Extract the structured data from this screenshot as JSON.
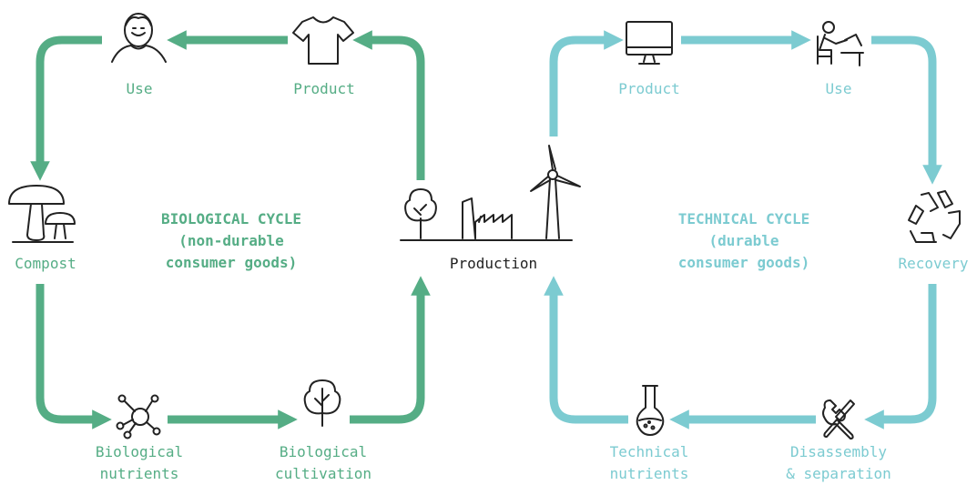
{
  "colors": {
    "biological": "#55ad85",
    "technical": "#7ccbd1",
    "icon": "#222222"
  },
  "biological": {
    "title_lines": [
      "BIOLOGICAL CYCLE",
      "(non-durable",
      "consumer goods)"
    ],
    "use": "Use",
    "product": "Product",
    "compost": "Compost",
    "nutrients_lines": [
      "Biological",
      "nutrients"
    ],
    "cultivation_lines": [
      "Biological",
      "cultivation"
    ]
  },
  "center": {
    "production": "Production"
  },
  "technical": {
    "title_lines": [
      "TECHNICAL CYCLE",
      "(durable",
      "consumer goods)"
    ],
    "product": "Product",
    "use": "Use",
    "recovery": "Recovery",
    "disassembly_lines": [
      "Disassembly",
      "& separation"
    ],
    "nutrients_lines": [
      "Technical",
      "nutrients"
    ]
  },
  "icons": {
    "person": "person-icon",
    "tshirt": "tshirt-icon",
    "mushroom": "mushroom-icon",
    "molecule": "molecule-icon",
    "tree": "tree-icon",
    "factory": "factory-icon",
    "wind_turbine": "wind-turbine-icon",
    "monitor": "monitor-icon",
    "desk_worker": "desk-worker-icon",
    "recycle": "recycle-icon",
    "tools": "tools-icon",
    "flask": "flask-icon"
  }
}
